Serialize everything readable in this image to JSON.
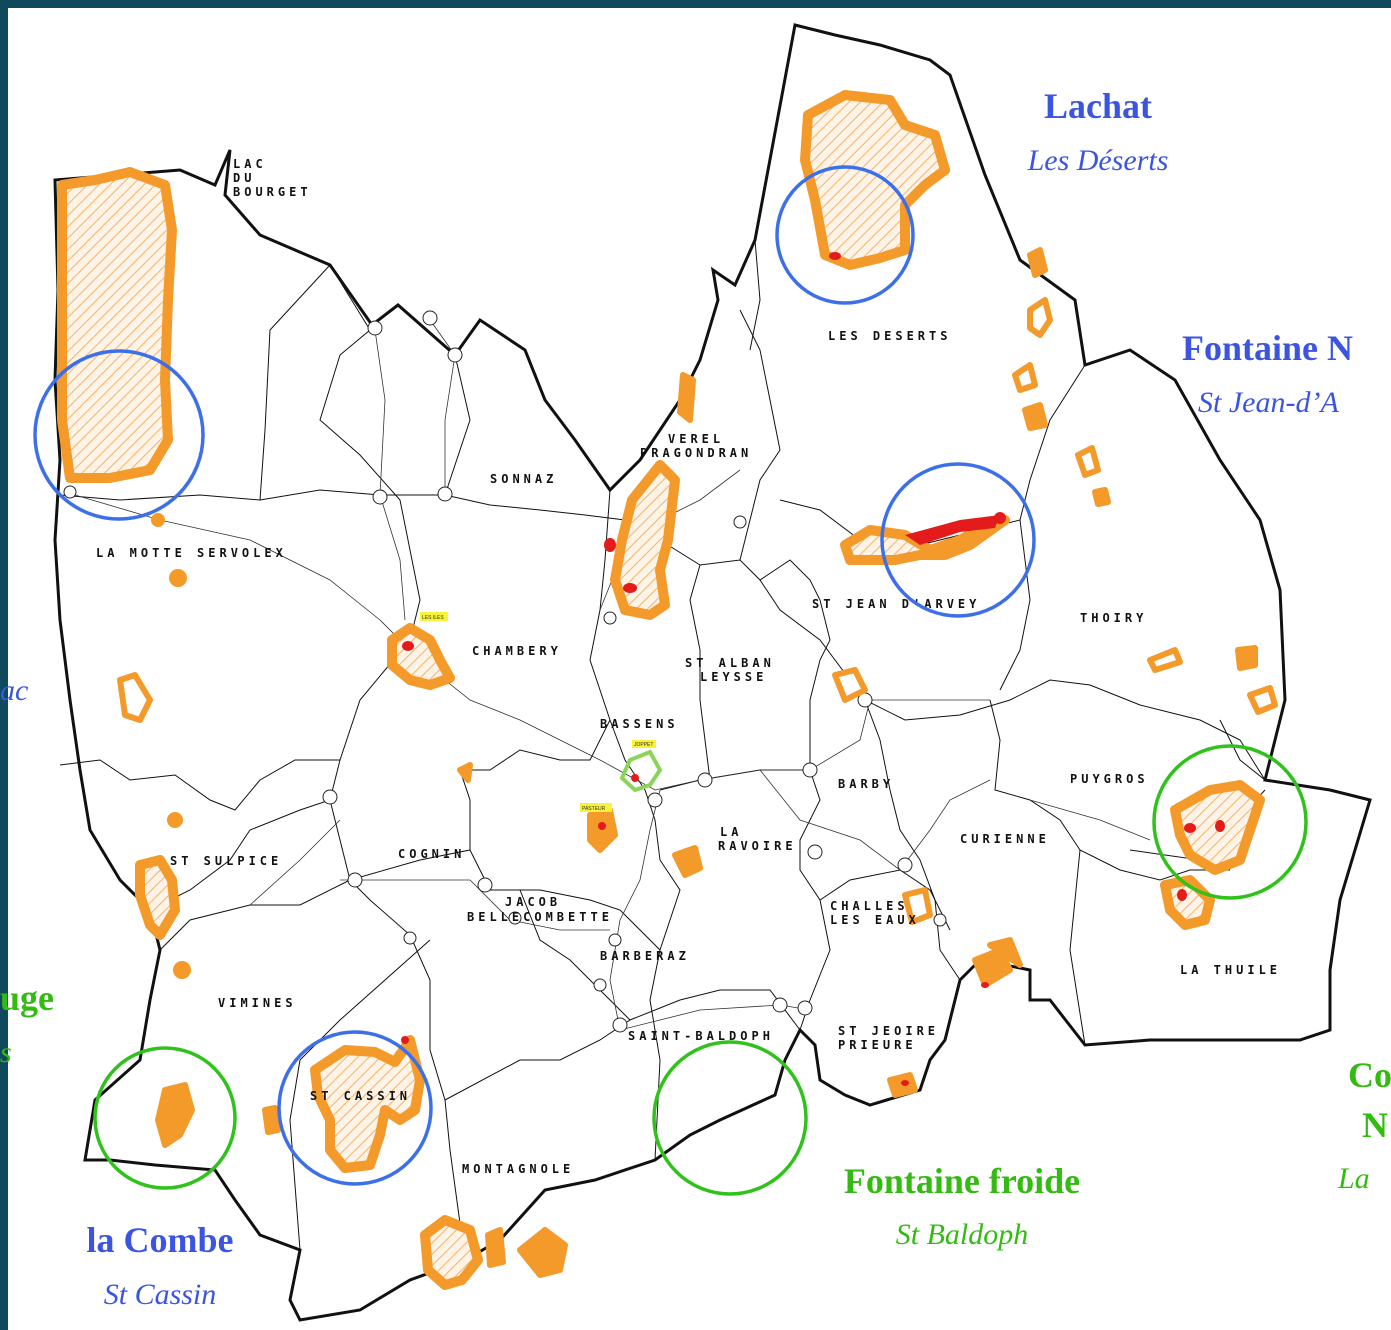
{
  "colors": {
    "background": "#0f4a5c",
    "zone_outline": "#f39a2a",
    "zone_hatch": "#f6c07a",
    "source_marker": "#e31b1b",
    "blue_circle": "#3d6fe8",
    "green_circle": "#2fc21a",
    "blue_text": "#3b55e0",
    "green_text": "#33bb11",
    "boundary": "#111111",
    "tag_yellow": "#f7f23a"
  },
  "communes": {
    "lac_du_bourget_1": "LAC",
    "lac_du_bourget_2": "DU",
    "lac_du_bourget_3": "BOURGET",
    "les_deserts": "LES DESERTS",
    "verel_1": "VEREL",
    "verel_2": "PRAGONDRAN",
    "sonnaz": "SONNAZ",
    "la_motte_servolex": "LA MOTTE SERVOLEX",
    "chambery": "CHAMBERY",
    "st_alban_1": "ST ALBAN",
    "st_alban_2": "LEYSSE",
    "st_jean_darvey": "ST JEAN D'ARVEY",
    "thoiry": "THOIRY",
    "bassens": "BASSENS",
    "barby": "BARBY",
    "puygros": "PUYGROS",
    "curienne": "CURIENNE",
    "st_sulpice": "ST SULPICE",
    "cognin": "COGNIN",
    "la_ravoire_1": "LA",
    "la_ravoire_2": "RAVOIRE",
    "jacob_1": "JACOB",
    "jacob_2": "BELLECOMBETTE",
    "challes_1": "CHALLES",
    "challes_2": "LES EAUX",
    "barberaz": "BARBERAZ",
    "la_thuile": "LA THUILE",
    "vimines": "VIMINES",
    "saint_baldoph": "SAINT-BALDOPH",
    "st_jeoire_1": "ST JEOIRE",
    "st_jeoire_2": "PRIEURE",
    "st_cassin": "ST CASSIN",
    "montagnole": "MONTAGNOLE"
  },
  "tags": {
    "les_iles": "LES ILES",
    "joppet": "JOPPET",
    "pasteur": "PASTEUR"
  },
  "sites": {
    "lachat": {
      "name": "Lachat",
      "commune": "Les Déserts"
    },
    "fontaine_n": {
      "name": "Fontaine N",
      "commune": "St Jean-d’A"
    },
    "left_partial": {
      "commune": "ac"
    },
    "rouge_partial": {
      "name": "uge",
      "commune": "s"
    },
    "la_combe": {
      "name": "la Combe",
      "commune": "St Cassin"
    },
    "fontaine_froide": {
      "name": "Fontaine froide",
      "commune": "St Baldoph"
    },
    "co_partial": {
      "name_1": "Co",
      "name_2": "N",
      "commune": "La"
    }
  }
}
